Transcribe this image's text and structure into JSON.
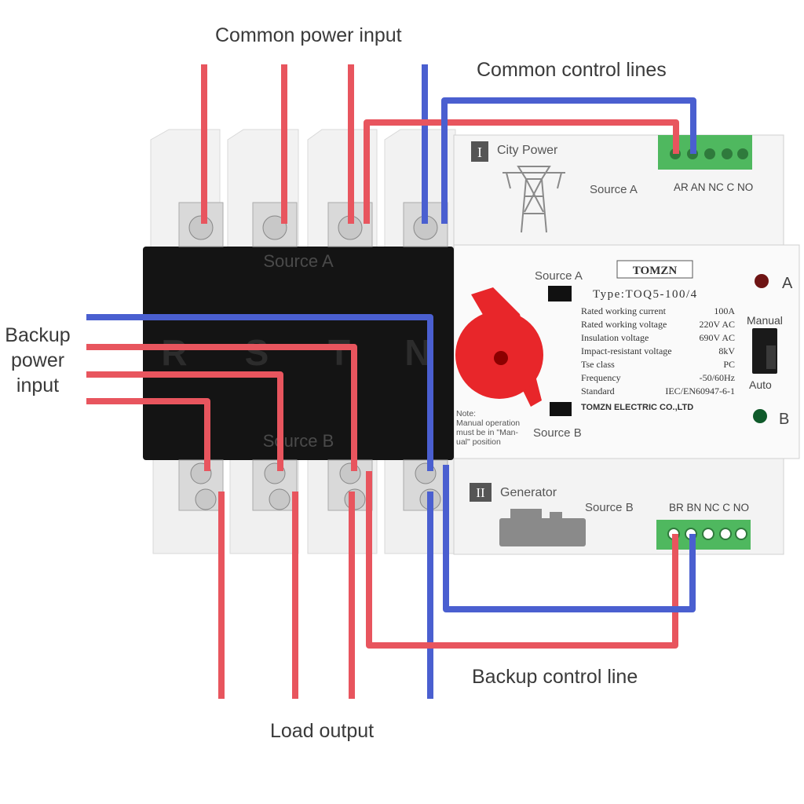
{
  "captions": {
    "common_power_input": "Common power input",
    "common_control_lines": "Common control lines",
    "backup_power_input": [
      "Backup",
      "power",
      "input"
    ],
    "backup_control_line": "Backup control line",
    "load_output": "Load output"
  },
  "device": {
    "brand": "TOMZN",
    "type": "Type:TOQ5-100/4",
    "top_module": {
      "roman": "I",
      "title": "City Power",
      "source_label": "Source A",
      "terminals": "AR AN NC C NO"
    },
    "bottom_module": {
      "roman": "II",
      "title": "Generator",
      "source_label": "Source B",
      "terminals": "BR BN NC C NO"
    },
    "body_labels": {
      "source_a": "Source A",
      "source_b": "Source B",
      "phases": [
        "R",
        "S",
        "T",
        "N"
      ]
    },
    "panel": {
      "source_a": "Source A",
      "source_b": "Source B",
      "manual": "Manual",
      "auto": "Auto",
      "lamp_a": "A",
      "lamp_b": "B"
    },
    "specs": [
      {
        "label": "Rated working current",
        "value": "100A"
      },
      {
        "label": "Rated working voltage",
        "value": "220V AC"
      },
      {
        "label": "Insulation voltage",
        "value": "690V AC"
      },
      {
        "label": "Impact-resistant voltage",
        "value": "8kV"
      },
      {
        "label": "Tse class",
        "value": "PC"
      },
      {
        "label": "Frequency",
        "value": "-50/60Hz"
      },
      {
        "label": "Standard",
        "value": "IEC/EN60947-6-1"
      }
    ],
    "maker": "TOMZN ELECTRIC CO.,LTD",
    "note": [
      "Note:",
      "Manual operation",
      "must be in \"Man-",
      "ual\" position"
    ]
  },
  "colors": {
    "live_wire": "#e8555e",
    "neutral_wire": "#4a5fd0",
    "terminal_green": "#48b45a",
    "handle": "#e8262a",
    "lamp_a": "#6e1414",
    "lamp_b": "#0f5a2a",
    "body_black": "#141414"
  }
}
